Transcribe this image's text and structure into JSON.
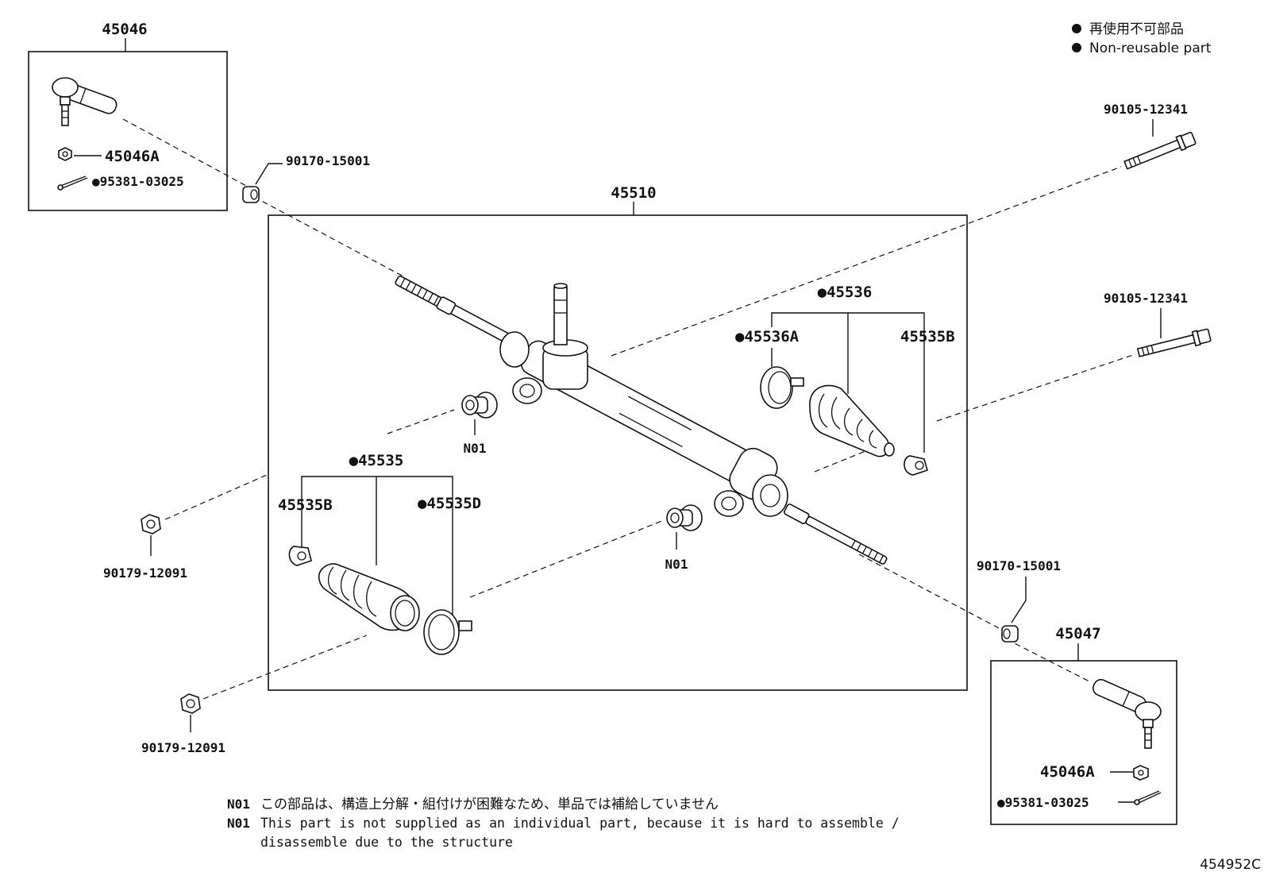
{
  "legend": {
    "line_jp": "再使用不可部品",
    "line_en": "Non-reusable part"
  },
  "callouts": {
    "tie_rod_end_lh": "45046",
    "nut_lh": "45046A",
    "cotter_pin_lh": "●95381-03025",
    "bush_upper": "90170-15001",
    "rack_assy": "45510",
    "bolt_upper": "90105-12341",
    "bolt_mid": "90105-12341",
    "boot_kit_rh": "●45536",
    "clamp_rh": "●45536A",
    "clip_rh": "45535B",
    "boot_kit_lh": "●45535",
    "clip_lh": "45535B",
    "clamp_lh": "●45535D",
    "grommet_n01_upper": "N01",
    "grommet_n01_lower": "N01",
    "nut_lower_1": "90179-12091",
    "nut_lower_2": "90179-12091",
    "bush_lower": "90170-15001",
    "tie_rod_end_rh": "45047",
    "nut_rh": "45046A",
    "cotter_pin_rh": "●95381-03025"
  },
  "notes": {
    "n01_tag": "N01",
    "n01_jp": "この部品は、構造上分解・組付けが困難なため、単品では補給していません",
    "n01_en_tag": "N01",
    "n01_en_line1": "This part is not supplied as an individual part, because it is hard to assemble /",
    "n01_en_line2": "disassemble due to the structure"
  },
  "diagram_id": "454952C"
}
